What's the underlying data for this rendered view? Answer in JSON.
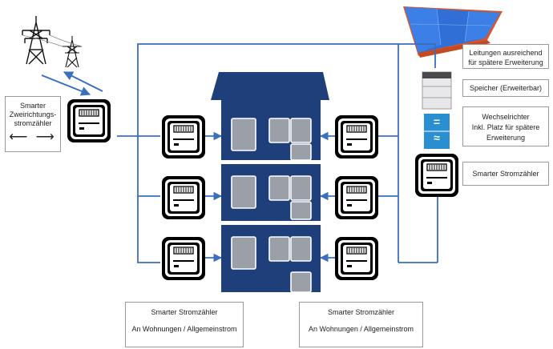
{
  "left_meter_box": {
    "line1": "Smarter",
    "line2": "Zweirichtungs-",
    "line3": "stromzähler",
    "arrows": "⟵ ⟶"
  },
  "right_labels": {
    "lines_label_1": "Leitungen ausreichend",
    "lines_label_2": "für spätere Erweiterung",
    "storage_label": "Speicher (Erweiterbar)",
    "inverter_label_1": "Wechselrichter",
    "inverter_label_2": "Inkl. Platz für spätere",
    "inverter_label_3": "Erweiterung",
    "smart_meter_label": "Smarter Stromzähler"
  },
  "bottom_left_box": {
    "title": "Smarter Stromzähler",
    "subtitle": "An Wohnungen / Allgemeinstrom"
  },
  "bottom_right_box": {
    "title": "Smarter Stromzähler",
    "subtitle": "An Wohnungen / Allgemeinstrom"
  },
  "icons": {
    "inverter_top": "=",
    "inverter_bottom": "≈"
  },
  "colors": {
    "line_blue": "#3a6fc0",
    "building_navy": "#1f3f7a",
    "window_gray": "#9a9fa8",
    "solar_blue": "#2f6fd6",
    "solar_frame": "#d9552a"
  }
}
